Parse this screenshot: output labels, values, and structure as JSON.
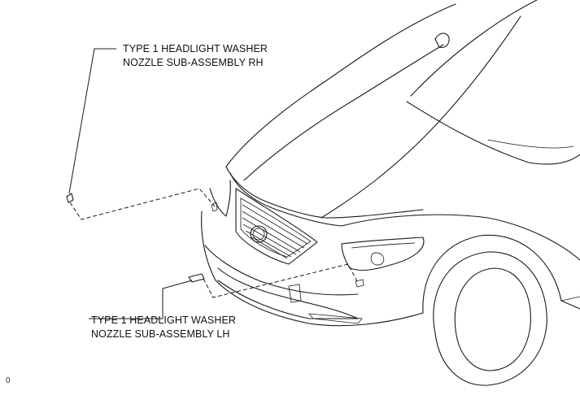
{
  "callouts": {
    "rh": {
      "line1": "TYPE 1 HEADLIGHT WASHER",
      "line2": "NOZZLE SUB-ASSEMBLY RH"
    },
    "lh": {
      "line1": "TYPE 1 HEADLIGHT WASHER",
      "line2": "NOZZLE SUB-ASSEMBLY LH"
    }
  },
  "figure_code": "0"
}
